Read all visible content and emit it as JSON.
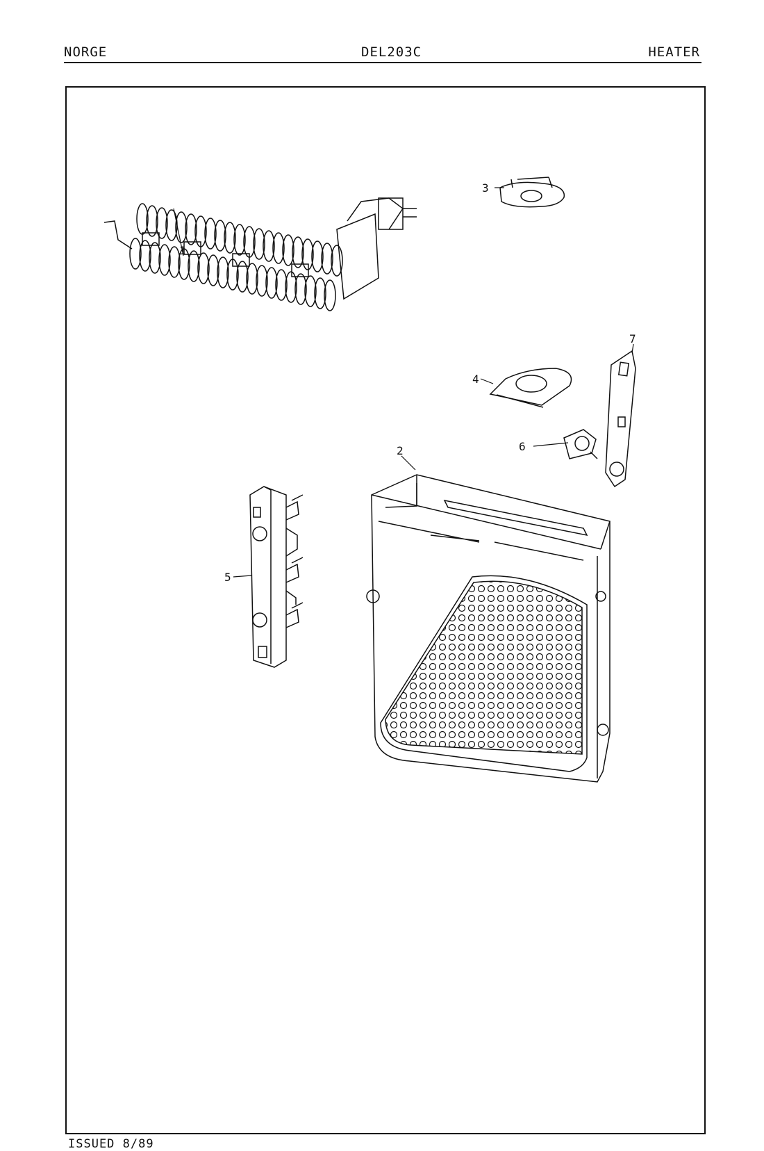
{
  "header": {
    "brand": "NORGE",
    "model": "DEL203C",
    "section": "HEATER"
  },
  "footer": {
    "issued": "ISSUED 8/89"
  },
  "callouts": {
    "c1": "1",
    "c2": "2",
    "c3": "3",
    "c4": "4",
    "c5": "5",
    "c6": "6",
    "c7": "7"
  },
  "icons": [
    "heater-coil-icon",
    "heater-housing-icon",
    "thermostat-icon",
    "gasket-icon",
    "terminal-block-icon",
    "thermal-fuse-icon",
    "bracket-icon"
  ],
  "colors": {
    "ink": "#111111",
    "paper": "#ffffff"
  }
}
